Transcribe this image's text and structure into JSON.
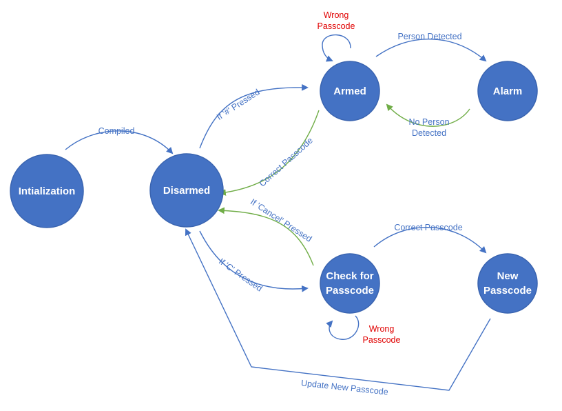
{
  "states": {
    "initialization": "Intialization",
    "disarmed": "Disarmed",
    "armed": "Armed",
    "alarm": "Alarm",
    "check_for_passcode_line1": "Check for",
    "check_for_passcode_line2": "Passcode",
    "new_passcode_line1": "New",
    "new_passcode_line2": "Passcode"
  },
  "transitions": {
    "compiled": "Compiled",
    "if_hash_pressed": "If '#' Pressed",
    "correct_passcode_armed_to_disarmed": "Correct Passcode",
    "wrong_passcode_armed_line1": "Wrong",
    "wrong_passcode_armed_line2": "Passcode",
    "person_detected": "Person Detected",
    "no_person_detected_line1": "No Person",
    "no_person_detected_line2": "Detected",
    "if_cancel_pressed": "If 'Cancel' Pressed",
    "if_c_pressed": "If 'C' Pressed",
    "correct_passcode_check_to_new": "Correct Passcode",
    "wrong_passcode_check_line1": "Wrong",
    "wrong_passcode_check_line2": "Passcode",
    "update_new_passcode": "Update New Passcode"
  },
  "colors": {
    "state_fill": "#4472c4",
    "edge_blue": "#4472c4",
    "edge_green": "#70ad47",
    "label_red": "#e00000",
    "state_text": "#ffffff"
  }
}
